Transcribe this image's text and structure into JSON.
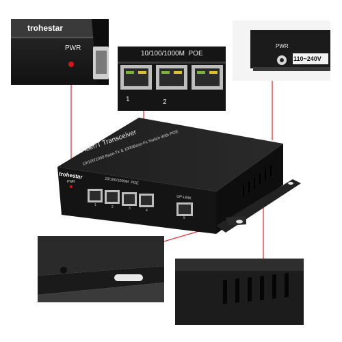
{
  "brand": "trohestar",
  "pwr_label": "PWR",
  "poe_label": "10/100/1000M  POE",
  "port_numbers": [
    "1",
    "2",
    "3",
    "4"
  ],
  "uplink_label": "UP-LINK",
  "uplink_number": "5",
  "power_label": "PWR",
  "voltage_label": "110~240V",
  "product_title": "Fiber/T Transceiver",
  "product_subtitle": "10/100/1000 Base-Tx & 1000Base-Fx Switch With POE",
  "colors": {
    "device_body": "#1a1a1a",
    "callout_line": "#e0242a",
    "pwr_led": "#d8151b",
    "port_led": "#d8c12a"
  }
}
